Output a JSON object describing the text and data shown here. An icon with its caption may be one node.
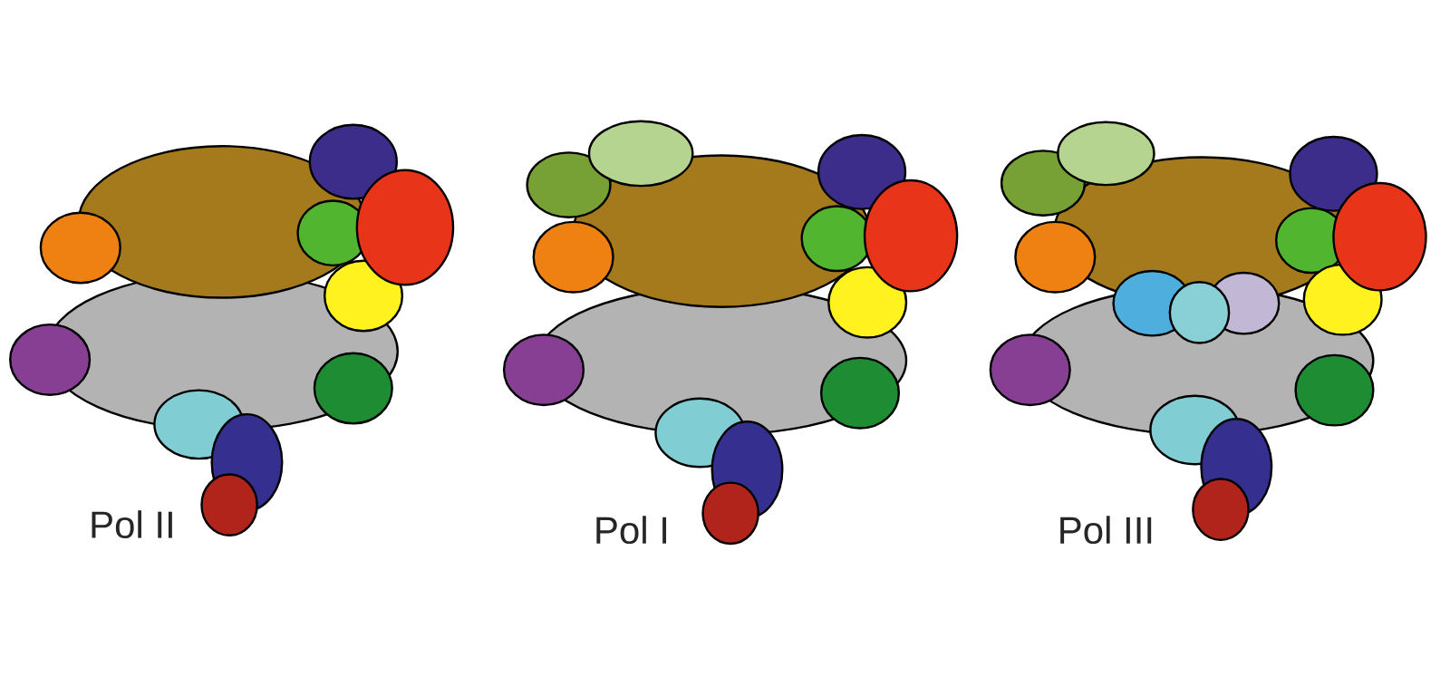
{
  "diagram": {
    "labels": [
      "Pol II",
      "Pol I",
      "Pol III"
    ]
  }
}
